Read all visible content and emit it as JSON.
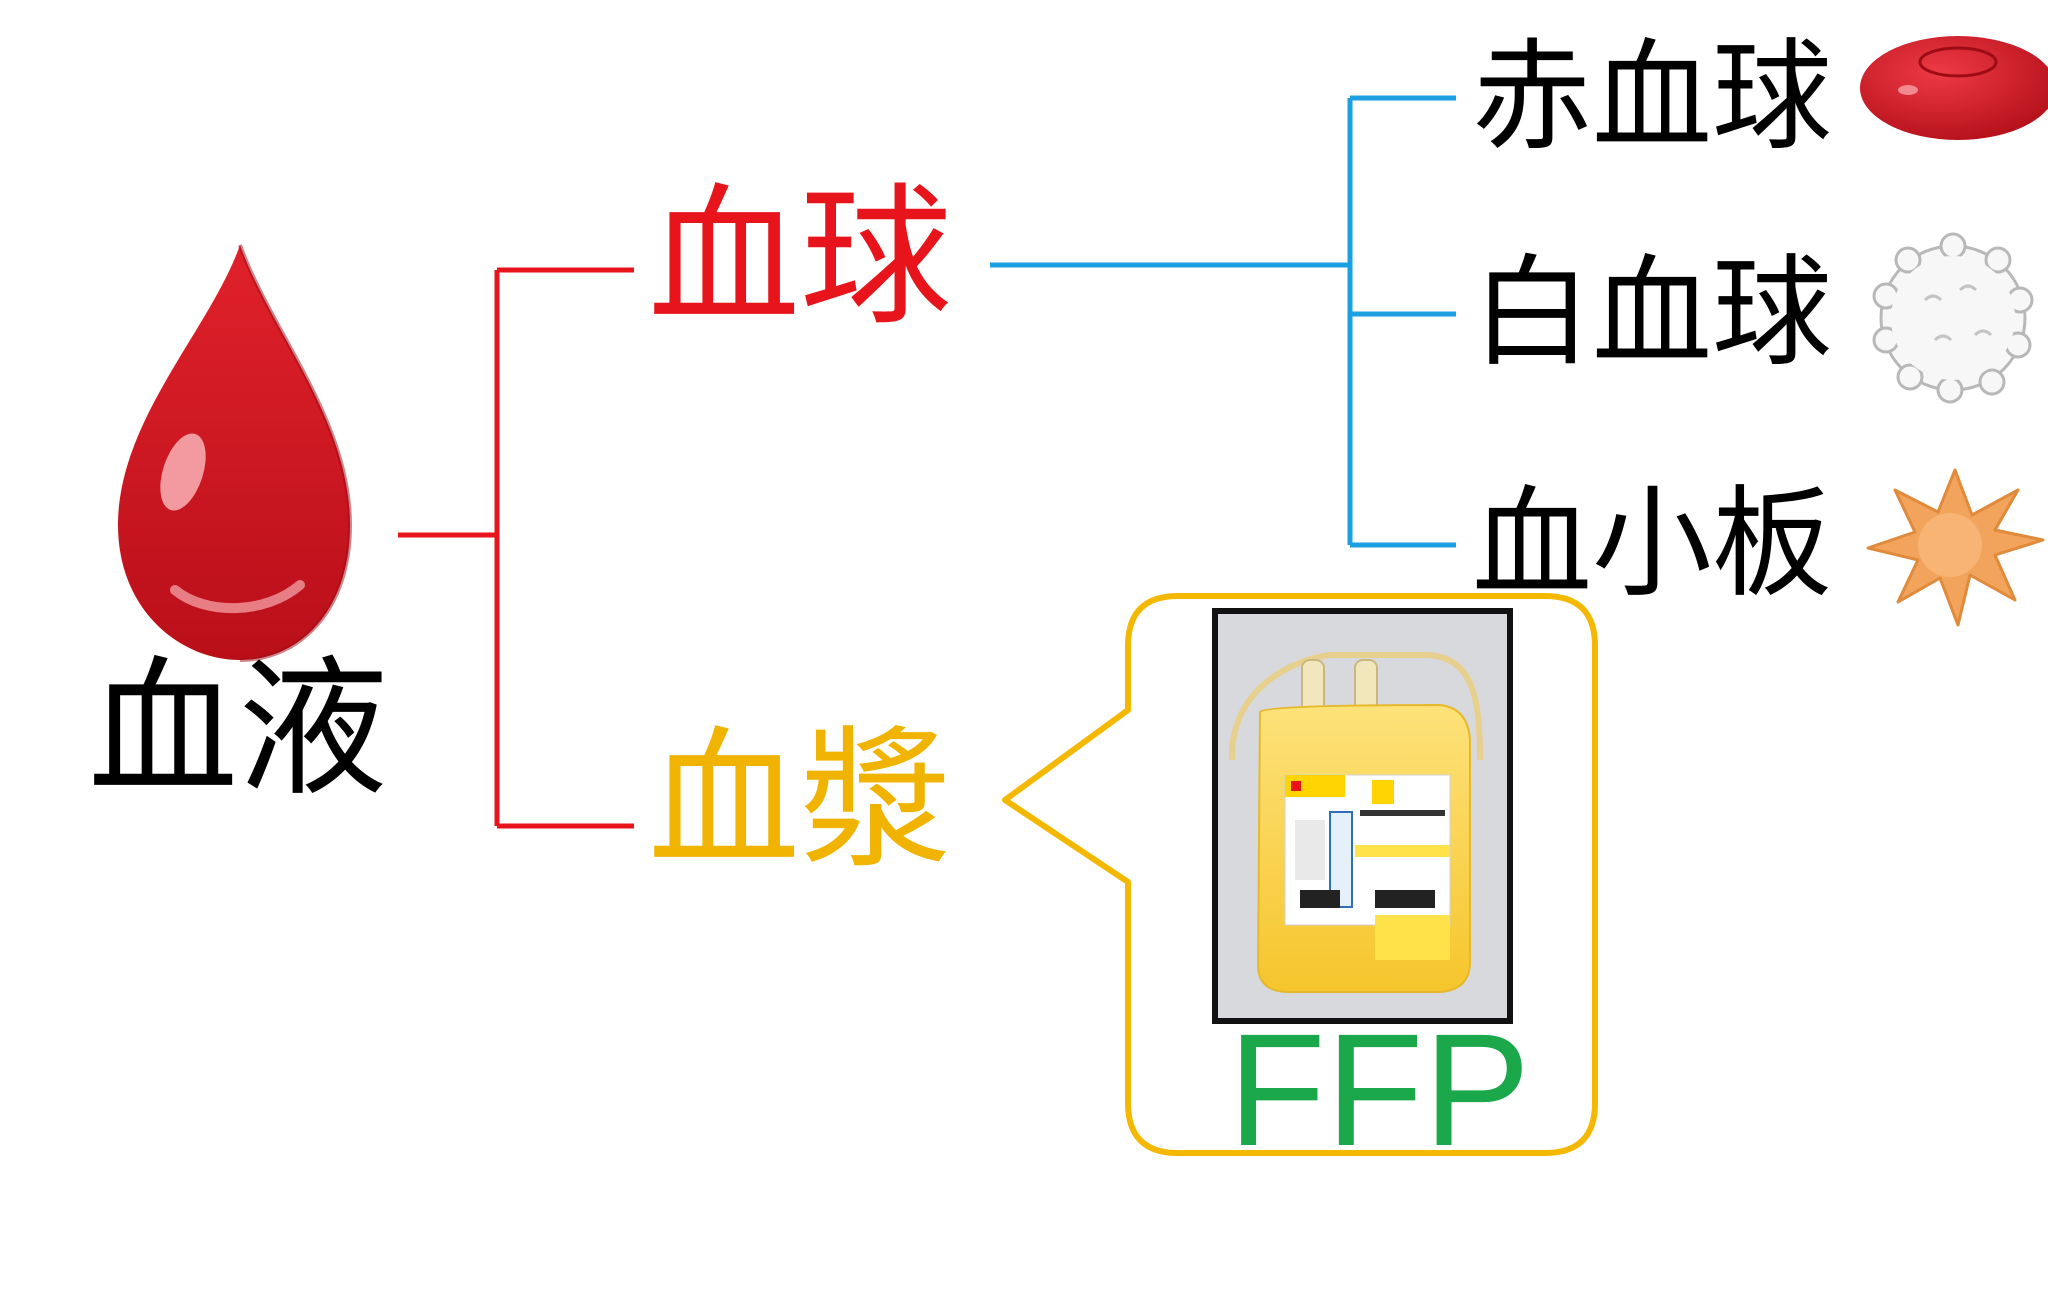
{
  "root": {
    "label": "血液",
    "color": "#000000"
  },
  "branches": [
    {
      "label": "血球",
      "color": "#e8141b",
      "children": [
        {
          "label": "赤血球",
          "icon": "red-blood-cell-icon"
        },
        {
          "label": "白血球",
          "icon": "white-blood-cell-icon"
        },
        {
          "label": "血小板",
          "icon": "platelet-icon"
        }
      ]
    },
    {
      "label": "血漿",
      "color": "#f0b400",
      "callout": {
        "label": "FFP",
        "label_color": "#1aa84a",
        "image": "plasma-bag-photo"
      }
    }
  ],
  "colors": {
    "tree_red": "#e8141b",
    "tree_blue": "#1ba1e2",
    "callout_border": "#f5b800"
  }
}
